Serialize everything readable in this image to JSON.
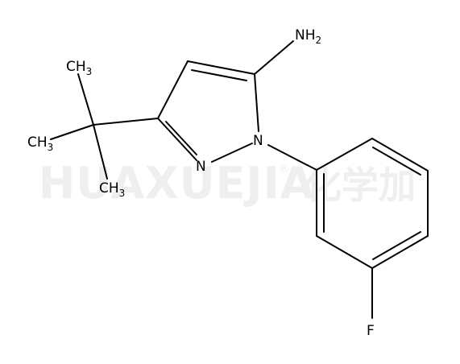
{
  "watermark": {
    "latin": "HUAXUEJIA",
    "registered": "®",
    "cjk": "化学加"
  },
  "labels": {
    "nh2": {
      "main": "NH",
      "sub": "2"
    },
    "n1": "N",
    "n2": "N",
    "f": "F",
    "ch3_top": {
      "main": "CH",
      "sub": "3"
    },
    "ch3_left": {
      "main": "CH",
      "sub": "3"
    },
    "ch3_bottom": {
      "main": "CH",
      "sub": "3"
    }
  }
}
